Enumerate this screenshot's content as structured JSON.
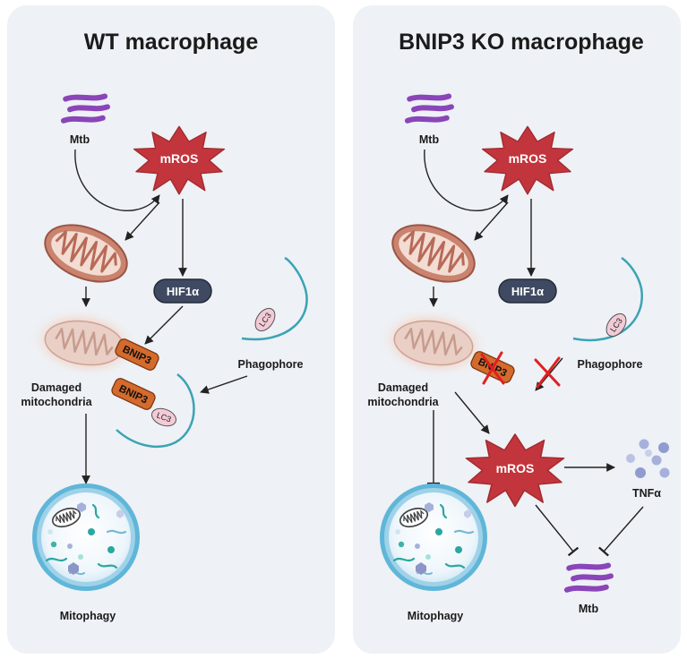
{
  "panels": {
    "wt": {
      "title": "WT macrophage",
      "mtb": "Mtb",
      "mros": "mROS",
      "hif": "HIF1α",
      "bnip3_a": "BNIP3",
      "bnip3_b": "BNIP3",
      "lc3_a": "LC3",
      "lc3_b": "LC3",
      "phagophore": "Phagophore",
      "damaged_1": "Damaged",
      "damaged_2": "mitochondria",
      "mitophagy": "Mitophagy"
    },
    "ko": {
      "title": "BNIP3 KO macrophage",
      "mtb": "Mtb",
      "mros": "mROS",
      "hif": "HIF1α",
      "bnip3": "BNIP3",
      "lc3": "LC3",
      "phagophore": "Phagophore",
      "damaged_1": "Damaged",
      "damaged_2": "mitochondria",
      "mros2": "mROS",
      "tnf": "TNFα",
      "mitophagy": "Mitophagy",
      "mtb2": "Mtb"
    }
  },
  "colors": {
    "panel_bg": "#eef1f5",
    "mros": "#c3353c",
    "hif": "#3f4a62",
    "bnip3": "#d46a2c",
    "mtb": "#8a45b8",
    "phagophore": "#3aa3b5",
    "lc3": "#f2cbd7",
    "mito": "#c9836f",
    "cross": "#e02020",
    "tnf": "#a6b1db"
  },
  "icons": [
    "mtb-bacteria",
    "mros-burst",
    "mitochondrion",
    "damaged-mitochondrion",
    "phagophore-membrane",
    "lysosome-vesicle",
    "tnf-particles",
    "block-cross"
  ]
}
